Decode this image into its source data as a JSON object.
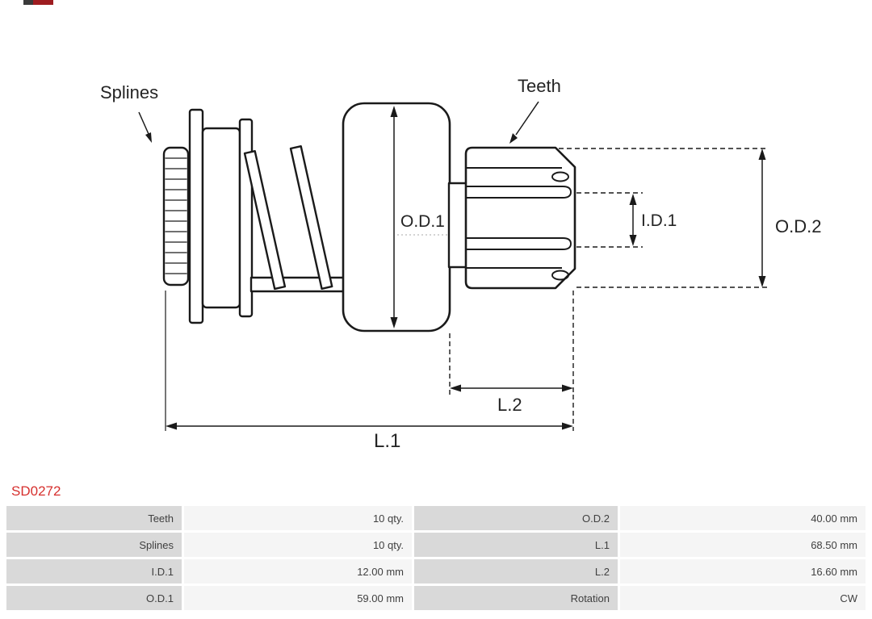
{
  "page": {
    "product_code": "SD0272"
  },
  "colors": {
    "accent_red": "#d6302e",
    "logo_bar_dark": "#3a3a3a",
    "logo_bar_red": "#9e1c20",
    "table_label_bg": "#d9d9d9",
    "table_value_bg": "#f5f5f5",
    "table_text": "#404040",
    "drawing_stroke": "#1a1a1a"
  },
  "diagram": {
    "labels": {
      "splines": "Splines",
      "teeth": "Teeth",
      "od1": "O.D.1",
      "id1": "I.D.1",
      "od2": "O.D.2",
      "l2": "L.2",
      "l1": "L.1"
    }
  },
  "specs": {
    "rows": [
      {
        "c1": "Teeth",
        "c2": "10 qty.",
        "c3": "O.D.2",
        "c4": "40.00 mm"
      },
      {
        "c1": "Splines",
        "c2": "10 qty.",
        "c3": "L.1",
        "c4": "68.50 mm"
      },
      {
        "c1": "I.D.1",
        "c2": "12.00 mm",
        "c3": "L.2",
        "c4": "16.60 mm"
      },
      {
        "c1": "O.D.1",
        "c2": "59.00 mm",
        "c3": "Rotation",
        "c4": "CW"
      }
    ]
  }
}
